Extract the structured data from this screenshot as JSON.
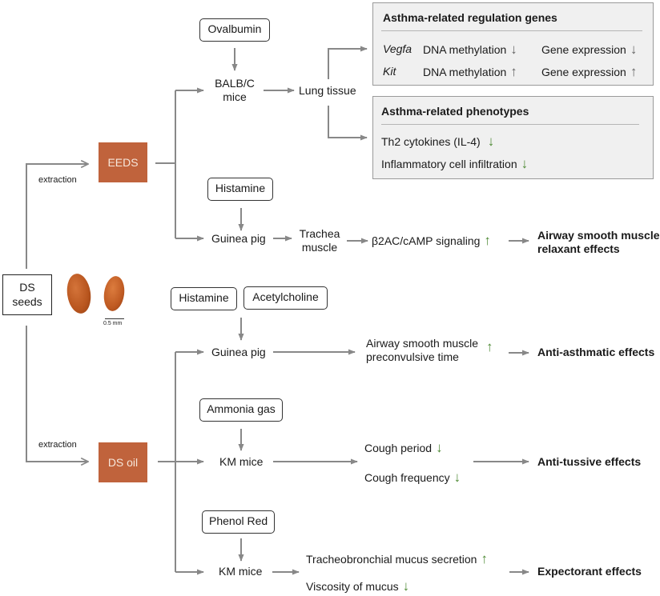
{
  "colors": {
    "extract_box": "#c0633c",
    "wire": "#888888",
    "arrow_neutral": "#666666",
    "arrow_green": "#4e8a35",
    "panel_bg": "#f0f0f0",
    "panel_border": "#9a9a9a"
  },
  "source": {
    "label_line1": "DS",
    "label_line2": "seeds",
    "scale_bar": "0.5 mm",
    "extraction_top": "extraction",
    "extraction_bottom": "extraction"
  },
  "eeds": {
    "label": "EEDS",
    "branch_lung": {
      "inducer": "Ovalbumin",
      "model_line1": "BALB/C",
      "model_line2": "mice",
      "tissue": "Lung tissue",
      "genes_panel": {
        "title": "Asthma-related regulation genes",
        "rows": [
          {
            "gene": "Vegfa",
            "methylation": "DNA methylation",
            "methylation_dir": "down",
            "expression": "Gene expression",
            "expression_dir": "down"
          },
          {
            "gene": "Kit",
            "methylation": "DNA methylation",
            "methylation_dir": "up",
            "expression": "Gene expression",
            "expression_dir": "up"
          }
        ]
      },
      "phenotype_panel": {
        "title": "Asthma-related phenotypes",
        "items": [
          {
            "label": "Th2 cytokines (IL-4)",
            "dir": "down"
          },
          {
            "label": "Inflammatory cell infiltration",
            "dir": "down"
          }
        ]
      }
    },
    "branch_trachea": {
      "inducer": "Histamine",
      "model": "Guinea pig",
      "tissue_line1": "Trachea",
      "tissue_line2": "muscle",
      "signal": "β2AC/cAMP signaling",
      "signal_dir": "up",
      "effect_line1": "Airway smooth muscle",
      "effect_line2": "relaxant effects"
    }
  },
  "oil": {
    "label": "DS oil",
    "branch_asthma": {
      "inducers": [
        "Histamine",
        "Acetylcholine"
      ],
      "model": "Guinea pig",
      "readout_line1": "Airway smooth muscle",
      "readout_line2": "preconvulsive time",
      "readout_dir": "up",
      "effect": "Anti-asthmatic effects"
    },
    "branch_cough": {
      "inducer": "Ammonia gas",
      "model": "KM mice",
      "readouts": [
        {
          "label": "Cough period",
          "dir": "down"
        },
        {
          "label": "Cough frequency",
          "dir": "down"
        }
      ],
      "effect": "Anti-tussive effects"
    },
    "branch_mucus": {
      "inducer": "Phenol Red",
      "model": "KM mice",
      "readouts": [
        {
          "label": "Tracheobronchial mucus secretion",
          "dir": "up"
        },
        {
          "label": "Viscosity of mucus",
          "dir": "down"
        }
      ],
      "effect": "Expectorant effects"
    }
  },
  "glyphs": {
    "up": "↑",
    "down": "↓"
  }
}
